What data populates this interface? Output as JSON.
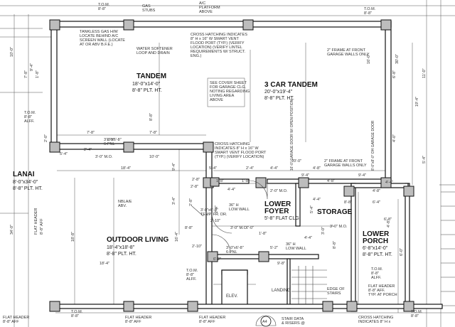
{
  "rooms": {
    "tandem": {
      "name": "TANDEM",
      "size": "18'-0\"x14'-0\"",
      "height": "8'-8\" PLT. HT."
    },
    "car3": {
      "name": "3 CAR TANDEM",
      "size": "20'-0\"x19'-4\"",
      "height": "8'-8\" PLT. HT."
    },
    "lanai": {
      "name": "LANAI",
      "size": "8'-0\"x34'-0\"",
      "height": "8'-8\" PLT. HT."
    },
    "outdoor": {
      "name": "OUTDOOR LIVING",
      "size": "18'-4\"x18'-8\"",
      "height": "8'-8\" PLT. HT."
    },
    "foyer": {
      "name1": "LOWER",
      "name2": "FOYER",
      "size": "5'-8\" FLAT CLG."
    },
    "storage": {
      "name": "STORAGE"
    },
    "porch": {
      "name1": "LOWER",
      "name2": "PORCH",
      "size": "6'-8\"x14'-0\"",
      "height": "8'-8\" PLT. HT."
    },
    "elev": {
      "name": "ELEV."
    },
    "landing": {
      "name": "LANDING"
    }
  },
  "notes": {
    "tankless": [
      "TANKLESS GAS H/W",
      "LOCATE BEHIND A/C",
      "SCREEN WALL (LOCATE",
      "AT OR ABV B.F.E.)"
    ],
    "gas_stubs": [
      "GAS",
      "STUBS"
    ],
    "ac": [
      "A/C",
      "PLATFORM",
      "ABOVE"
    ],
    "water_softener": [
      "WATER SOFTENER",
      "LOOP AND DRAIN"
    ],
    "cross_top": [
      "CROSS HATCHING INDICATES",
      "8\" H x 16\" W SMART VENT",
      "FLOOD PORT (TYP.) (VERIFY",
      "LOCATION) (VERIFY LINTEL",
      "REQUIREMENTS W/ STRUCT.",
      "ENG.)"
    ],
    "cover_sheet": [
      "SEE COVER SHEET",
      "FOR GARAGE CLG.",
      "NOTING REGARDING",
      "LIVING AREA",
      "ABOVE"
    ],
    "frame_front": [
      "2\" FRAME AT FRONT",
      "GARAGE WALLS ONLY"
    ],
    "cross_mid": [
      "CROSS HATCHING",
      "INDICATES 8\" H x 16\" W",
      "SMART VENT FLOOD PORT",
      "(TYP.) (VERIFY LOCATION)"
    ],
    "frame_right": [
      "2\" FRAME AT FRONT",
      "GARAGE WALLS ONLY"
    ],
    "garage_door_l": "16'-0\" GARAGE DOOR W/ OPEN POSITION",
    "garage_door_r": "8'-0\"x8'-0\" OH GARAGE DOOR",
    "nbla": [
      "NBLA/E",
      "ABV."
    ],
    "low_wall": [
      "36\" H",
      "LOW WALL"
    ],
    "low_wall2": [
      "36\" H",
      "LOW WALL"
    ],
    "temp_fr": [
      "3'-0\"x6'-8\"",
      "TEMP. FR. DR."
    ],
    "door_bot": [
      "3'-0\"x6'-8\"",
      "6-PNL"
    ],
    "edge_stairs": [
      "EDGE OF",
      "STAIRS"
    ],
    "stair_data": [
      "STAIR DATA",
      "& RISERS @"
    ],
    "flat_header_bl": [
      "FLAT HEADER",
      "8'-8\" AFF"
    ],
    "flat_header_bm": [
      "FLAT HEADER",
      "8'-8\" AFF"
    ],
    "flat_header_br": [
      "FLAT HEADER",
      "8'-8\" AFF"
    ],
    "flat_header_lanai": [
      "FLAT HEADER",
      "8'-8\" AFF"
    ],
    "flat_header_porch": [
      "FLAT HEADER",
      "8'-8\" AFF.",
      "TYP. AT PORCH"
    ],
    "cross_bot": [
      "CROSS HATCHING",
      "INDICATES 8\" H x"
    ],
    "tom_tl": [
      "T.O.M.",
      "8'-8\""
    ],
    "tom_l": [
      "T.O.M.",
      "8'-8\"",
      "ALFF."
    ],
    "tom_bl": [
      "T.O.M.",
      "8'-8\""
    ],
    "tom_mid": [
      "T.O.M.",
      "8'-8\"",
      "ALFF."
    ],
    "tom_porch": [
      "T.O.M.",
      "8'-8\"",
      "ALFF."
    ],
    "tom_tr": [
      "T.O.M.",
      "8'-8\""
    ],
    "tom_br": [
      "T.O.M.",
      "8'-8\""
    ],
    "ref_a4": "A4"
  },
  "dims": {
    "d1": "7'-8\"",
    "d2": "1'-8\"",
    "d3": "7'-8\"",
    "d4": "5'-4\"",
    "d5": "2'-4\"",
    "d6": "10'-0\"",
    "d7": "3'-0\" M.O.",
    "d8": "3'-0\"x6'-8\"",
    "d8b": "6-PNL",
    "d9": "18'-4\"",
    "d10": "5'-4\"",
    "d11": "4'-4\"",
    "d12": "1'-8\"",
    "d13": "1'-8\"",
    "d14": "2'-4\"",
    "d15": "4'-4\"",
    "d16": "4'-8\"",
    "d17": "2'-0\" M.O.",
    "d18": "9'-4\"",
    "d19": "4'-8\"",
    "d20": "9'-4\"",
    "d21": "20'-0\"",
    "d22": "2'-8\"",
    "d23": "2'-8\"",
    "d24": "4'-4\"",
    "d25": "4'-8\"",
    "d26": "6'-2\"",
    "d27": "3'-0\" M.O.",
    "d28": "2'-10\"",
    "d29": "9'-8\"",
    "d30": "8'-8\"",
    "d31": "18'-4\"",
    "d32": "2'-10\"",
    "d33": "4'-4\"",
    "d34": "3'-0\" M.O.",
    "d35": "8'-8\"",
    "d36": "1'-8\"",
    "d37": "7'-0\"",
    "d38": "6'-4\"",
    "d39": "4'-4\"",
    "d40": "6'-8\"",
    "d41": "5'-2\"",
    "v1": "10'-0\"",
    "v2": "7'-8\"",
    "v3": "9'-4\"",
    "v4": "1'-8\"",
    "v5": "34'-0\"",
    "v6": "2'-0\"",
    "v7": "16'-0\"",
    "v8": "19'-4\"",
    "v9": "11'-0\"",
    "v10": "5'-4\"",
    "v11": "6'-8\"",
    "v12": "4'-0\"",
    "v13": "2'-4\"",
    "v14": "2'-8\"",
    "v15": "8'-8\"",
    "v16": "3'-0\"",
    "v17": "5'-4\"",
    "v18": "4'-8\"",
    "v19": "6'-0\"",
    "v20": "16'-4\"",
    "v21": "30'-0\"",
    "v22": "3'-4\"",
    "v23": "9'-4\"",
    "v24": "8'-8\"",
    "v25": "18'-8\""
  }
}
